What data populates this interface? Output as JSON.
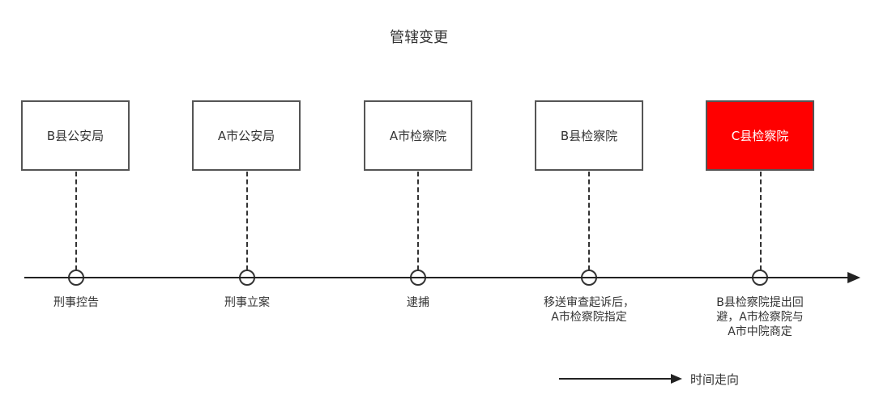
{
  "title": "管辖变更",
  "stages": [
    {
      "authority": "B县公安局",
      "event": "刑事控告",
      "highlighted": false
    },
    {
      "authority": "A市公安局",
      "event": "刑事立案",
      "highlighted": false
    },
    {
      "authority": "A市检察院",
      "event": "逮捕",
      "highlighted": false
    },
    {
      "authority": "B县检察院",
      "event": "移送审查起诉后，\nA市检察院指定",
      "highlighted": false
    },
    {
      "authority": "C县检察院",
      "event": "B县检察院提出回\n避，A市检察院与\nA市中院商定",
      "highlighted": true
    }
  ],
  "legend": {
    "label": "时间走向"
  },
  "colors": {
    "highlight": "#ff0000",
    "line": "#222222",
    "box_border": "#555555"
  }
}
